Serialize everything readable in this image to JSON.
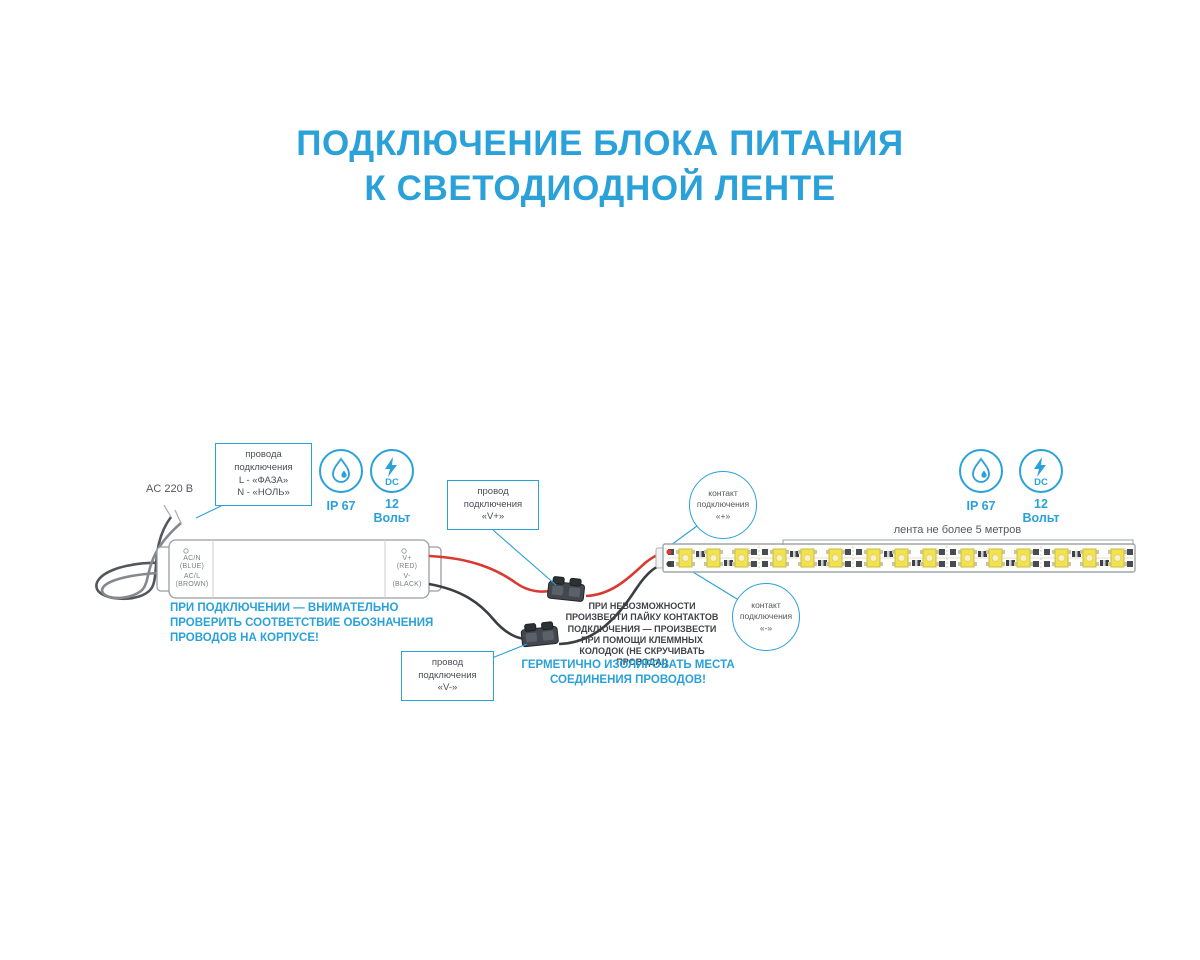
{
  "title": {
    "line1": "ПОДКЛЮЧЕНИЕ БЛОКА ПИТАНИЯ",
    "line2": "К СВЕТОДИОДНОЙ ЛЕНТЕ"
  },
  "colors": {
    "accent": "#2aa1d9",
    "wire_red": "#d93a30",
    "wire_black": "#3b3f43",
    "wire_blue_core": "#53575c",
    "wire_brown_core": "#85898d",
    "led_yellow": "#f2e24e"
  },
  "badges": {
    "ip_label": "IP 67",
    "dc_text": "DC",
    "volt_value": "12",
    "volt_unit": "Вольт"
  },
  "psu": {
    "ac_input_label": "AC 220 В",
    "wires_callout": {
      "line1": "провода",
      "line2": "подключения",
      "line3": "L - «ФАЗА»",
      "line4": "N - «НОЛЬ»"
    },
    "terminals": {
      "ac_n": "AC/N",
      "ac_n_color": "(BLUE)",
      "ac_l": "AC/L",
      "ac_l_color": "(BROWN)",
      "v_plus": "V+",
      "v_plus_color": "(RED)",
      "v_minus": "V-",
      "v_minus_color": "(BLACK)"
    },
    "warning": "ПРИ ПОДКЛЮЧЕНИИ — ВНИМАТЕЛЬНО ПРОВЕРИТЬ СООТВЕТСТВИЕ ОБОЗНАЧЕНИЯ ПРОВОДОВ НА КОРПУСЕ!"
  },
  "connection": {
    "vplus_callout": {
      "line1": "провод",
      "line2": "подключения",
      "line3": "«V+»"
    },
    "vminus_callout": {
      "line1": "провод",
      "line2": "подключения",
      "line3": "«V-»"
    },
    "clamp_note": "ПРИ НЕВОЗМОЖНОСТИ ПРОИЗВЕСТИ ПАЙКУ КОНТАКТОВ ПОДКЛЮЧЕНИЯ — ПРОИЗВЕСТИ ПРИ ПОМОЩИ КЛЕММНЫХ КОЛОДОК (НЕ СКРУЧИВАТЬ ПРОВОДА!)",
    "seal_note": "ГЕРМЕТИЧНО ИЗОЛИРОВАТЬ МЕСТА СОЕДИНЕНИЯ ПРОВОДОВ!"
  },
  "strip": {
    "contact_plus_callout": {
      "line1": "контакт",
      "line2": "подключения",
      "line3": "«+»"
    },
    "contact_minus_callout": {
      "line1": "контакт",
      "line2": "подключения",
      "line3": "«-»"
    },
    "length_label": "лента не более 5 метров",
    "segments": 5,
    "leds_per_segment": 3
  }
}
